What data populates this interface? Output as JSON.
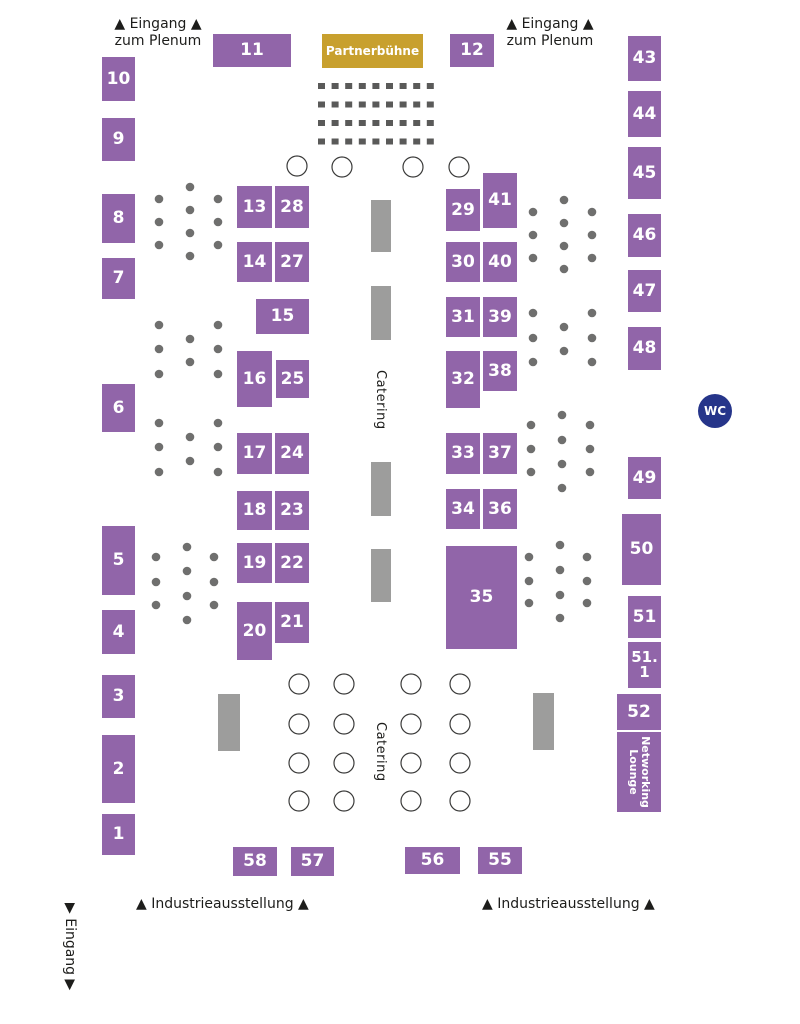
{
  "labels": {
    "entrance_plenum_left_line1": "▲ Eingang ▲",
    "entrance_plenum_left_line2": "zum Plenum",
    "entrance_plenum_right_line1": "▲ Eingang ▲",
    "entrance_plenum_right_line2": "zum Plenum",
    "stage": "Partnerbühne",
    "catering_upper": "Catering",
    "catering_lower": "Catering",
    "wc": "WC",
    "networking_lounge": "Networking\nLounge",
    "industry_left": "▲ Industrieausstellung ▲",
    "industry_right": "▲ Industrieausstellung ▲",
    "entrance_side": "▶ Eingang ▶"
  },
  "booths": {
    "b1": "1",
    "b2": "2",
    "b3": "3",
    "b4": "4",
    "b5": "5",
    "b6": "6",
    "b7": "7",
    "b8": "8",
    "b9": "9",
    "b10": "10",
    "b11": "11",
    "b12": "12",
    "b13": "13",
    "b14": "14",
    "b15": "15",
    "b16": "16",
    "b17": "17",
    "b18": "18",
    "b19": "19",
    "b20": "20",
    "b21": "21",
    "b22": "22",
    "b23": "23",
    "b24": "24",
    "b25": "25",
    "b27": "27",
    "b28": "28",
    "b29": "29",
    "b30": "30",
    "b31": "31",
    "b32": "32",
    "b33": "33",
    "b34": "34",
    "b35": "35",
    "b36": "36",
    "b37": "37",
    "b38": "38",
    "b39": "39",
    "b40": "40",
    "b41": "41",
    "b43": "43",
    "b44": "44",
    "b45": "45",
    "b46": "46",
    "b47": "47",
    "b48": "48",
    "b49": "49",
    "b50": "50",
    "b51": "51",
    "b51_1": "51.\n1",
    "b52": "52",
    "b55": "55",
    "b56": "56",
    "b57": "57",
    "b58": "58"
  },
  "colors": {
    "booth": "#9165a9",
    "stage": "#c8a02e",
    "catering": "#9d9d9c",
    "wc": "#26358a",
    "dots": "#6f6f6e"
  }
}
